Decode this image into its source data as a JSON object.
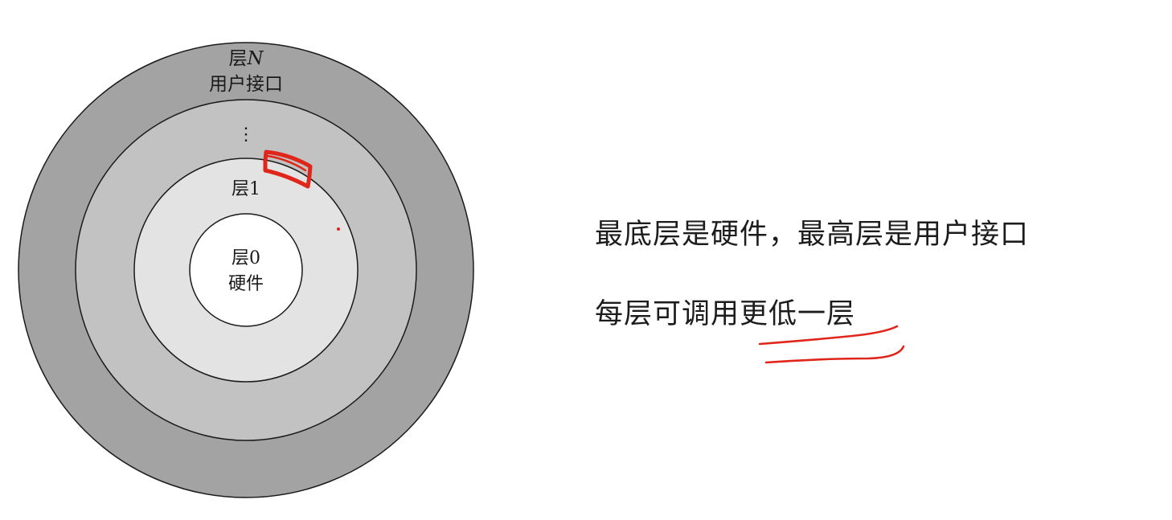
{
  "diagram": {
    "layer_n_label": "层N",
    "layer_n_prefix": "层",
    "layer_n_suffix": "N",
    "layer_n_desc": "用户接口",
    "ellipsis": "⋮",
    "layer_1_label": "层1",
    "layer_0_label": "层0",
    "layer_0_desc": "硬件",
    "colors": {
      "outer_ring": "#a3a3a3",
      "middle_ring": "#c2c2c2",
      "inner_ring": "#e3e3e3",
      "core": "#ffffff",
      "stroke": "#1a1a1a"
    }
  },
  "statements": {
    "line1": "最底层是硬件，最高层是用户接口",
    "line2_before": "每层可调用",
    "line2_highlight": "更低一层"
  },
  "annotation_color": "#e0261a"
}
